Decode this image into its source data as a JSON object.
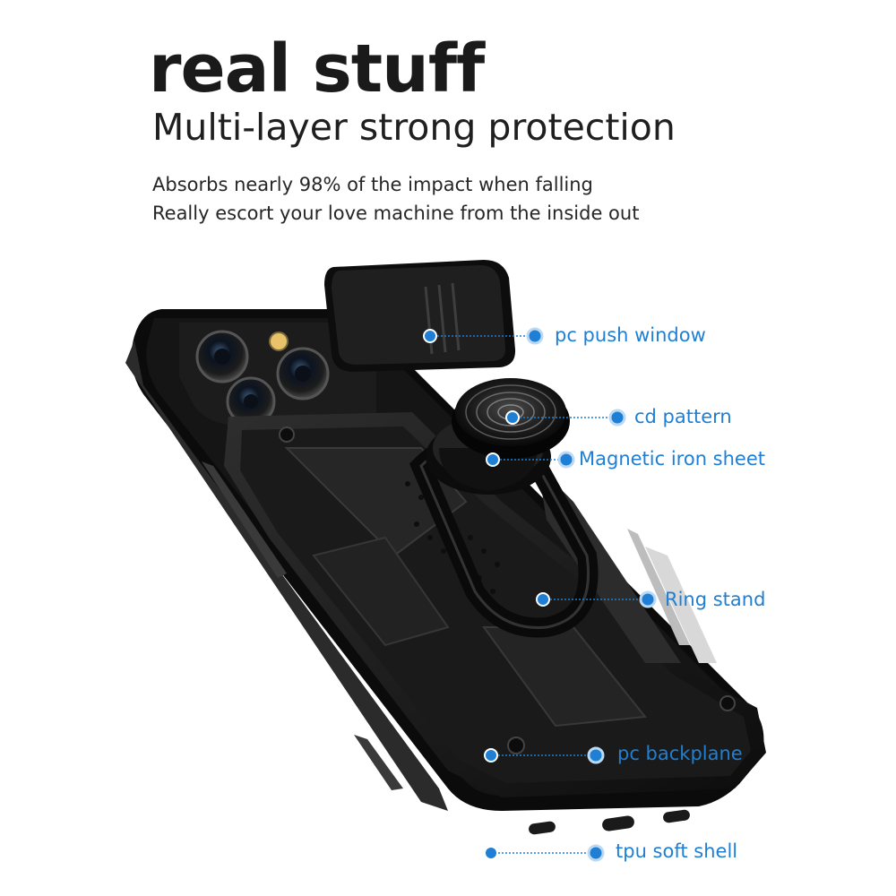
{
  "header": {
    "title": "real stuff",
    "subtitle": "Multi-layer strong protection",
    "description": [
      "Absorbs nearly 98% of the impact when falling",
      "Really escort your love machine from the inside out"
    ]
  },
  "callouts": [
    {
      "label": "pc push window",
      "icon": "blue-dot-icon"
    },
    {
      "label": "cd pattern",
      "icon": "blue-dot-icon"
    },
    {
      "label": "Magnetic iron sheet",
      "icon": "blue-dot-icon"
    },
    {
      "label": "Ring stand",
      "icon": "blue-dot-icon"
    },
    {
      "label": "pc backplane",
      "icon": "blue-dot-icon"
    },
    {
      "label": "tpu soft shell",
      "icon": "blue-dot-icon"
    }
  ],
  "colors": {
    "accent": "#1e7fd4",
    "text": "#1a1a1a",
    "case": "#141414"
  }
}
